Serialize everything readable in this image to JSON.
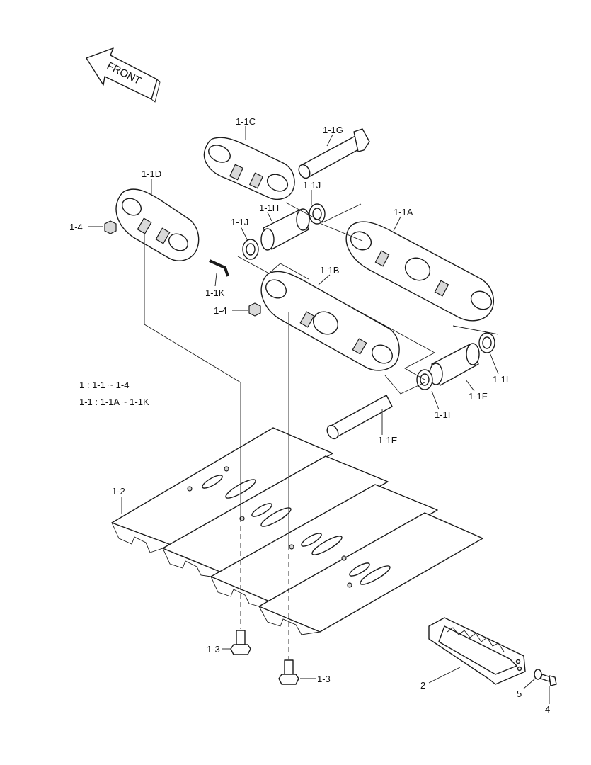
{
  "front_label": "FRONT",
  "legend": {
    "line1": "1 : 1-1 ~ 1-4",
    "line2": "1-1 : 1-1A ~ 1-1K"
  },
  "callouts": [
    {
      "id": "1-1C",
      "text": "1-1C"
    },
    {
      "id": "1-1G",
      "text": "1-1G"
    },
    {
      "id": "1-1D",
      "text": "1-1D"
    },
    {
      "id": "1-1J-top",
      "text": "1-1J"
    },
    {
      "id": "1-1H",
      "text": "1-1H"
    },
    {
      "id": "1-1J-left",
      "text": "1-1J"
    },
    {
      "id": "1-1A",
      "text": "1-1A"
    },
    {
      "id": "1-4-left",
      "text": "1-4"
    },
    {
      "id": "1-1K",
      "text": "1-1K"
    },
    {
      "id": "1-1B",
      "text": "1-1B"
    },
    {
      "id": "1-4-mid",
      "text": "1-4"
    },
    {
      "id": "1-1I-right",
      "text": "1-1I"
    },
    {
      "id": "1-1F",
      "text": "1-1F"
    },
    {
      "id": "1-1I-left",
      "text": "1-1I"
    },
    {
      "id": "1-1E",
      "text": "1-1E"
    },
    {
      "id": "1-2",
      "text": "1-2"
    },
    {
      "id": "1-3-left",
      "text": "1-3"
    },
    {
      "id": "1-3-right",
      "text": "1-3"
    },
    {
      "id": "2",
      "text": "2"
    },
    {
      "id": "5",
      "text": "5"
    },
    {
      "id": "4",
      "text": "4"
    }
  ]
}
